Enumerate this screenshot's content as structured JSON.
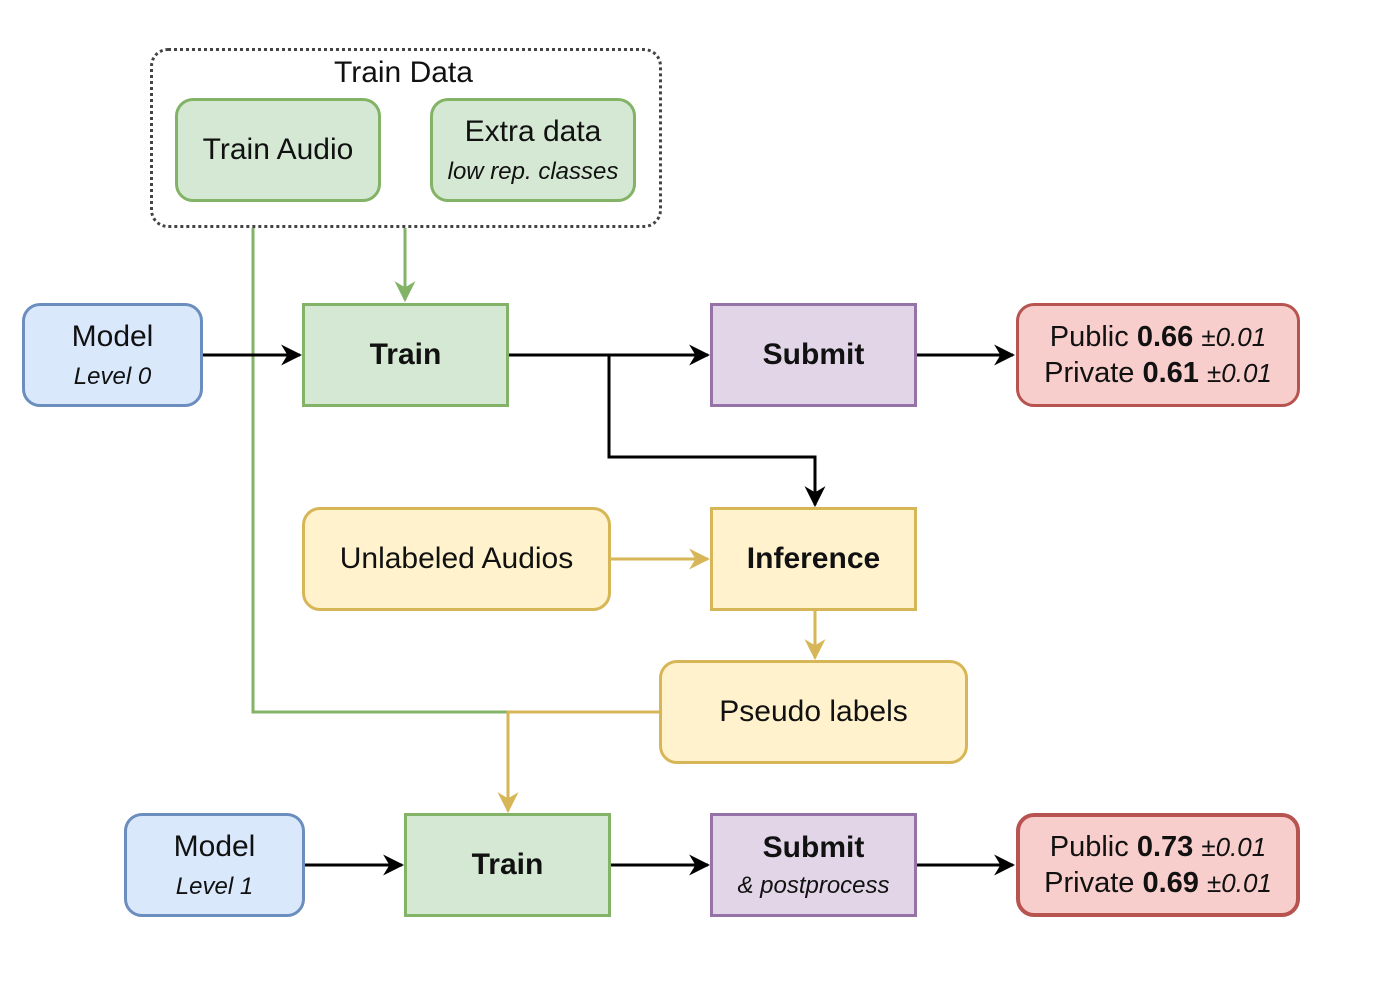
{
  "group": {
    "label": "Train Data"
  },
  "nodes": {
    "train_audio": {
      "label": "Train Audio"
    },
    "extra_data": {
      "label": "Extra data",
      "sub": "low rep. classes"
    },
    "model0": {
      "label": "Model",
      "sub": "Level 0"
    },
    "train0": {
      "label": "Train"
    },
    "submit0": {
      "label": "Submit"
    },
    "score0": {
      "public_label": "Public",
      "public_value": "0.66",
      "public_err": "±0.01",
      "private_label": "Private",
      "private_value": "0.61",
      "private_err": "±0.01"
    },
    "unlabeled": {
      "label": "Unlabeled Audios"
    },
    "inference": {
      "label": "Inference"
    },
    "pseudo": {
      "label": "Pseudo labels"
    },
    "model1": {
      "label": "Model",
      "sub": "Level 1"
    },
    "train1": {
      "label": "Train"
    },
    "submit1": {
      "label": "Submit",
      "sub": "& postprocess"
    },
    "score1": {
      "public_label": "Public",
      "public_value": "0.73",
      "public_err": "±0.01",
      "private_label": "Private",
      "private_value": "0.69",
      "private_err": "±0.01"
    }
  },
  "colors": {
    "green_fill": "#d5e8d4",
    "green_stroke": "#82b366",
    "blue_fill": "#dae8fc",
    "blue_stroke": "#6c8ebf",
    "purple_fill": "#e1d5e7",
    "purple_stroke": "#9673a6",
    "yellow_fill": "#fff2cc",
    "yellow_stroke": "#d6b656",
    "red_fill": "#f8cecc",
    "red_stroke": "#b85450",
    "arrow_black": "#000000"
  }
}
